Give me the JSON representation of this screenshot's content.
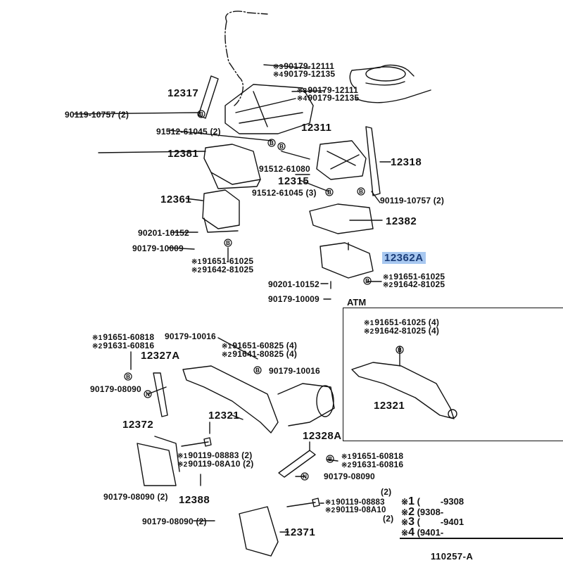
{
  "diagram": {
    "title_code": "110257-A",
    "highlight_color": "#a8c8f0",
    "highlight_text_color": "#1a3c78",
    "highlighted_part": "12362A",
    "symbols": {
      "note_mark": "※",
      "bolt_tag": "B",
      "nut_tag": "N"
    },
    "labels": {
      "p12317": "12317",
      "p12311": "12311",
      "p12381": "12381",
      "p12318": "12318",
      "p12315": "12315",
      "p12361": "12361",
      "p12382": "12382",
      "p12362A": "12362A",
      "p12327A": "12327A",
      "p12321_main": "12321",
      "p12321_atm": "12321",
      "p12372": "12372",
      "p12388": "12388",
      "p12328A": "12328A",
      "p12371": "12371",
      "nut_top_a_1": "90179-12111",
      "nut_top_a_2": "90179-12135",
      "nut_top_b_1": "90179-12111",
      "nut_top_b_2": "90179-12135",
      "nut_top_a_mark_1": "※3",
      "nut_top_a_mark_2": "※4",
      "nut_top_b_mark_1": "※3",
      "nut_top_b_mark_2": "※4",
      "bolt_left_upper": "90119-10757 (2)",
      "bolt_91512_61045_2": "91512-61045 (2)",
      "bolt_91512_61080": "91512-61080",
      "bolt_91512_61045_3": "91512-61045 (3)",
      "bolt_right_upper": "90119-10757 (2)",
      "washer_left": "90201-10152",
      "nut_left": "90179-10009",
      "bolt_left_mount_1": "91651-61025",
      "bolt_left_mount_2": "91642-81025",
      "bolt_left_mount_mark_1": "※1",
      "bolt_left_mount_mark_2": "※2",
      "bolt_right_mount_1": "91651-61025",
      "bolt_right_mount_2": "91642-81025",
      "bolt_right_mount_mark_1": "※1",
      "bolt_right_mount_mark_2": "※2",
      "washer_right": "90201-10152",
      "nut_right": "90179-10009",
      "atm_title": "ATM",
      "atm_bolt_1": "91651-61025 (4)",
      "atm_bolt_2": "91642-81025 (4)",
      "atm_bolt_mark_1": "※1",
      "atm_bolt_mark_2": "※2",
      "bracket_bolt_1": "91651-60818",
      "bracket_bolt_2": "91631-60816",
      "bracket_bolt_mark_1": "※1",
      "bracket_bolt_mark_2": "※2",
      "nut_90179_10016_left": "90179-10016",
      "cross_bolt_1": "91651-60825 (4)",
      "cross_bolt_2": "91641-80825 (4)",
      "cross_bolt_mark_1": "※1",
      "cross_bolt_mark_2": "※2",
      "nut_90179_10016_right": "90179-10016",
      "nut_90179_08090_left": "90179-08090",
      "long_bolt_1": "90119-08883 (2)",
      "long_bolt_2": "90119-08A10 (2)",
      "long_bolt_mark_1": "※1",
      "long_bolt_mark_2": "※2",
      "nut_90179_08090_2a": "90179-08090 (2)",
      "bracket_r_bolt_1": "91651-60818",
      "bracket_r_bolt_2": "91631-60816",
      "bracket_r_bolt_mark_1": "※1",
      "bracket_r_bolt_mark_2": "※2",
      "nut_90179_08090_right": "90179-08090",
      "nut_90179_08090_2b": "90179-08090 (2)",
      "bottom_bolt_qty_top": "(2)",
      "bottom_bolt_1": "90119-08883",
      "bottom_bolt_2": "90119-08A10",
      "bottom_bolt_qty_bottom": "(2)",
      "bottom_bolt_mark_1": "※1",
      "bottom_bolt_mark_2": "※2"
    },
    "legend": [
      {
        "mark": "※",
        "num": "1",
        "range": "(        -9308"
      },
      {
        "mark": "※",
        "num": "2",
        "range": "(9308-"
      },
      {
        "mark": "※",
        "num": "3",
        "range": "(        -9401"
      },
      {
        "mark": "※",
        "num": "4",
        "range": "(9401-"
      }
    ]
  }
}
